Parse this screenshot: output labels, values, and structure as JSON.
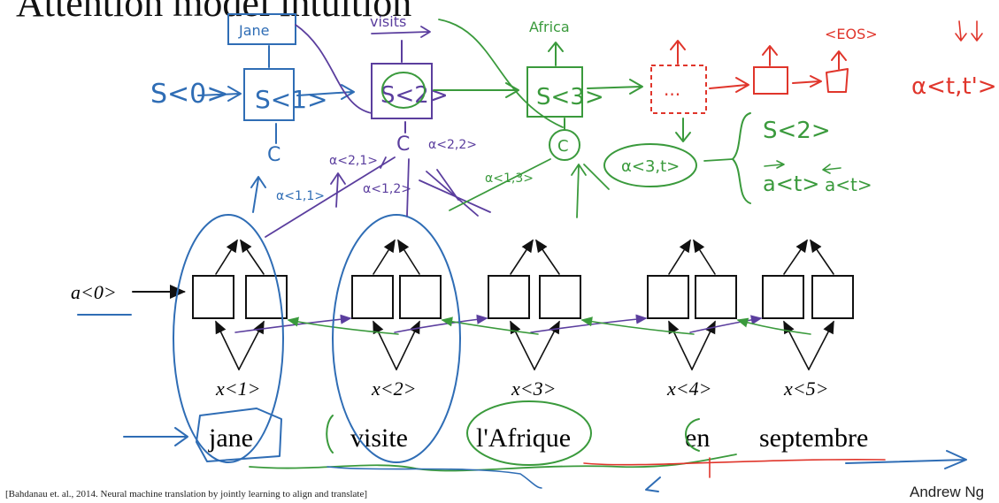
{
  "title": "Attention model intuition",
  "citation": "[Bahdanau et. al., 2014. Neural machine translation by jointly learning to align and translate]",
  "author": "Andrew Ng",
  "colors": {
    "blue": "#2f6db5",
    "purple": "#5b3e9e",
    "green": "#3a9a3c",
    "red": "#e0352b",
    "black": "#111111"
  },
  "encoder": {
    "initial_activation": "a<0>",
    "inputs": [
      "x<1>",
      "x<2>",
      "x<3>",
      "x<4>",
      "x<5>"
    ],
    "words": [
      "jane",
      "visite",
      "l'Afrique",
      "en",
      "septembre"
    ]
  },
  "annotations": {
    "s0": "S<0>",
    "s1": "S<1>",
    "s2": "S<2>",
    "s3": "S<3>",
    "dots": "...",
    "c": "C",
    "out1": "Jane",
    "out2": "visits",
    "out3": "Africa",
    "eos": "<EOS>",
    "alpha_tt": "α<t,t'>",
    "alpha_11": "α<1,1>",
    "alpha_21": "α<2,1>",
    "alpha_12": "α<1,2>",
    "alpha_22": "α<2,2>",
    "alpha_13": "α<1,3>",
    "alpha_3t": "α<3,t>",
    "right_s2": "S<2>",
    "right_a1": "a<t>",
    "right_a2": "a<t>"
  }
}
